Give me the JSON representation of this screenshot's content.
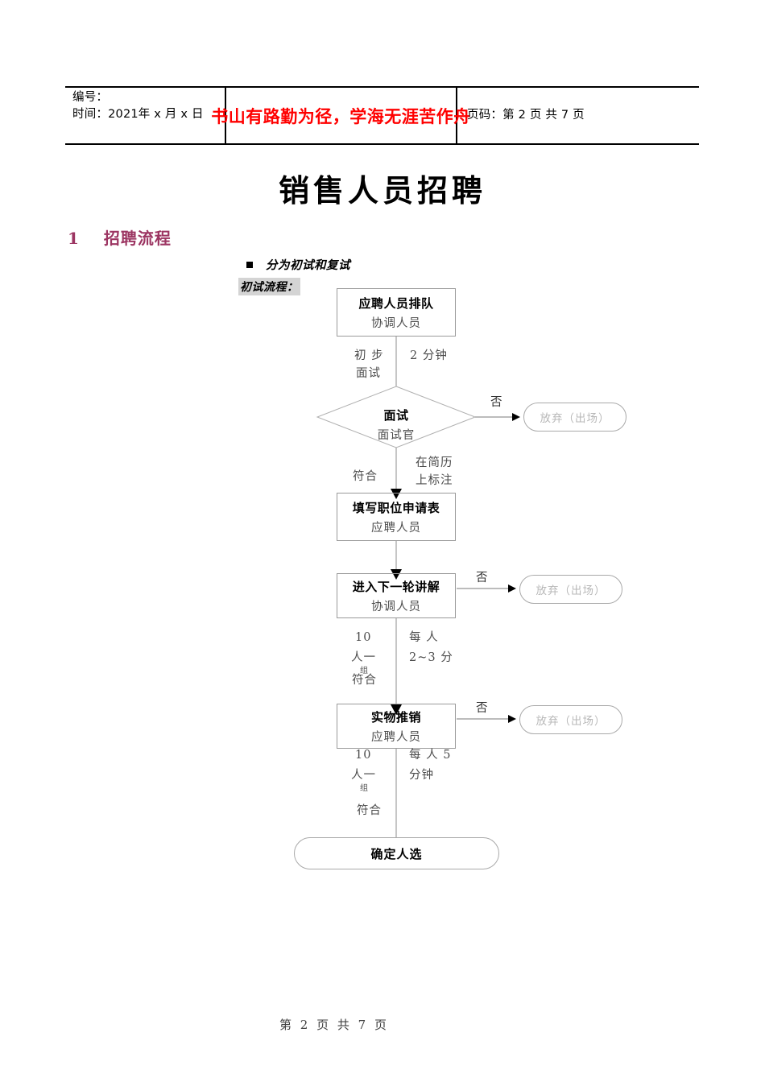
{
  "header": {
    "code_label": "编号：",
    "time_label": "时间：2021年 x 月 x 日",
    "slogan": "书山有路勤为径，学海无涯苦作舟",
    "page_info": "页码：第 2 页 共 7 页"
  },
  "document": {
    "title": "销售人员招聘",
    "section_number": "1",
    "section_title": "招聘流程",
    "bullet_text": "分为初试和复试",
    "subflow_label": "初试流程："
  },
  "flowchart": {
    "nodes": [
      {
        "id": "queue",
        "title": "应聘人员排队",
        "subtitle": "协调人员"
      },
      {
        "id": "interview",
        "title": "面试",
        "subtitle": "面试官"
      },
      {
        "id": "apply_form",
        "title": "填写职位申请表",
        "subtitle": "应聘人员"
      },
      {
        "id": "next_round",
        "title": "进入下一轮讲解",
        "subtitle": "协调人员"
      },
      {
        "id": "product_sell",
        "title": "实物推销",
        "subtitle": "应聘人员"
      }
    ],
    "terminals": [
      {
        "id": "reject_1",
        "label": "放弃（出场）"
      },
      {
        "id": "reject_2",
        "label": "放弃（出场）"
      },
      {
        "id": "reject_3",
        "label": "放弃（出场）"
      },
      {
        "id": "final",
        "label": "确定人选"
      }
    ],
    "edge_labels": {
      "e1_left": "初 步",
      "e1_left2": "面试",
      "e1_right": "2 分钟",
      "e2_no": "否",
      "e3_left": "符合",
      "e3_right": "在简历",
      "e3_right2": "上标注",
      "e4_no": "否",
      "e5_left": "10",
      "e5_left2": "人一",
      "e5_left3": "组",
      "e5_left4": "符合",
      "e5_right": "每 人",
      "e5_right2": "2~3 分",
      "e6_no": "否",
      "e7_left": "10",
      "e7_left2": "人一",
      "e7_left3": "组",
      "e7_left4": "符合",
      "e7_right": "每 人 5",
      "e7_right2": "分钟"
    }
  },
  "footer": {
    "page_text": "第 2 页 共 7 页"
  },
  "colors": {
    "slogan": "#ff0000",
    "heading": "#9c3562",
    "flow_border": "#9a9a9a",
    "faded_text": "#b8b8b8"
  }
}
